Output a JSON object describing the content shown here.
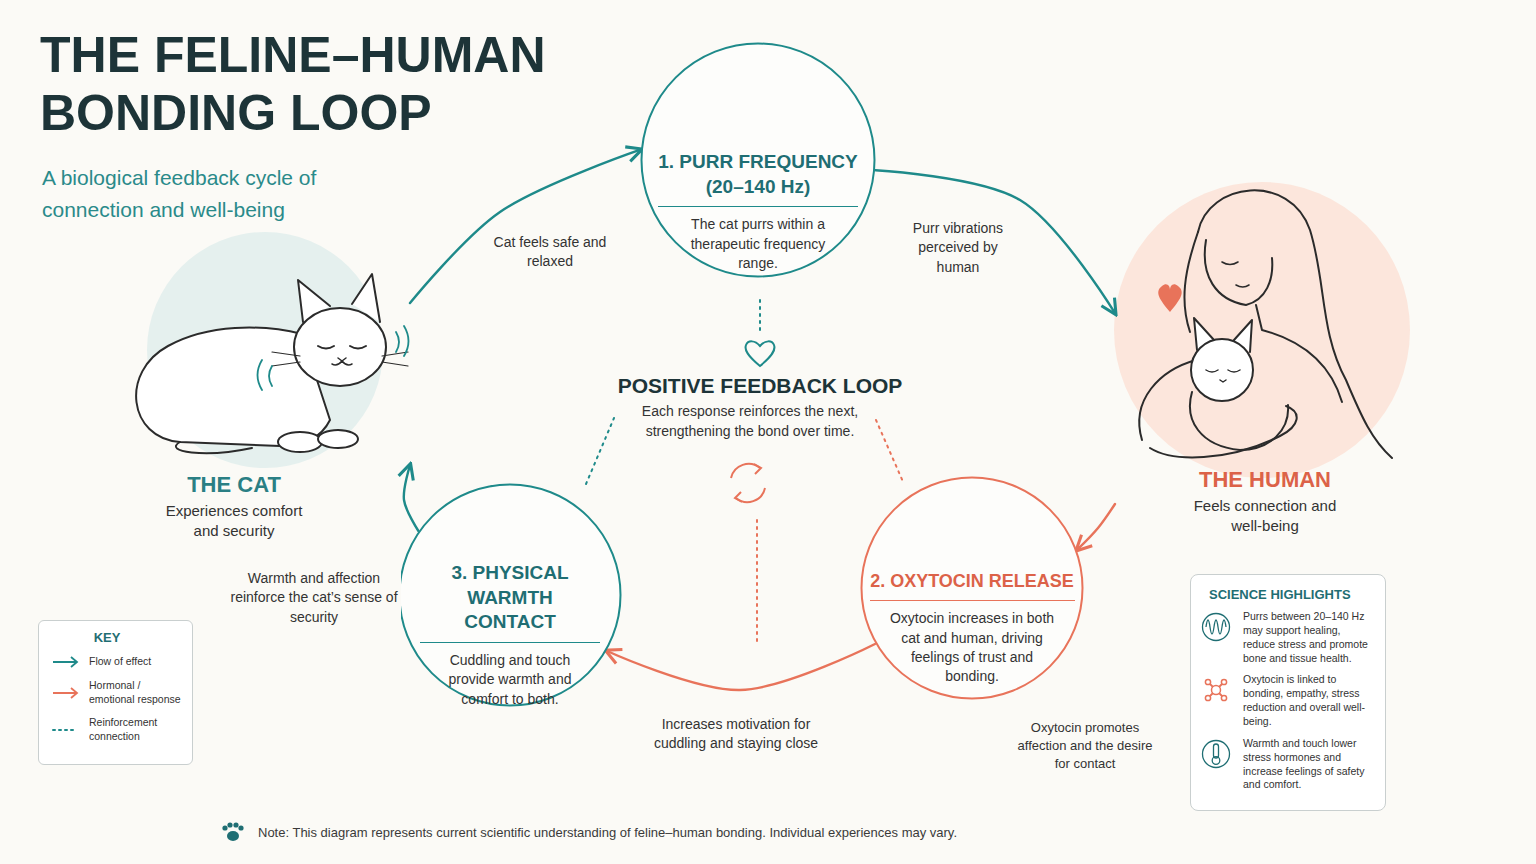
{
  "diagram": {
    "title": "THE FELINE–HUMAN BONDING LOOP",
    "caption": "Note: This diagram represents current scientific understanding of feline–human bonding. Individual experiences may vary.",
    "nodes": [
      {
        "text": [
          "1. PURR FREQUENCY (20–140 Hz)",
          "The cat purrs within a therapeutic frequency range."
        ]
      },
      {
        "text": [
          "THE CAT",
          "Experiences comfort and security"
        ]
      },
      {
        "text": [
          "THE HUMAN",
          "Feels connection and well-being"
        ]
      },
      {
        "text": [
          "3. PHYSICAL WARMTH CONTACT",
          "Cuddling and touch provide warmth and comfort to both."
        ]
      },
      {
        "text": [
          "2. OXYTOCIN RELEASE",
          "Oxytocin increases in both cat and human, driving feelings of trust and bonding."
        ]
      },
      {
        "text": [
          "SCIENCE HIGHLIGHTS",
          "Purrs between 20–140 Hz may support healing, reduce stress and promote bone and tissue health.",
          "Oxytocin is linked to bonding, empathy, stress reduction and overall well-being.",
          "Warmth and touch lower stress hormones and increase feelings of safety and comfort."
        ]
      }
    ],
    "edges": [
      {
        "from": 1,
        "to": 0,
        "label": "Cat feels safe and relaxed",
        "arrow": "to"
      },
      {
        "from": 0,
        "to": 2,
        "label": "Purr vibrations perceived by human",
        "arrow": "to"
      },
      {
        "from": 2,
        "to": 4,
        "arrow": "to"
      },
      {
        "from": 4,
        "to": 3,
        "label": "Increases motivation for cuddling and staying close",
        "arrow": "to"
      },
      {
        "from": 3,
        "to": 1,
        "label": "Warmth and affection reinforce the cat’s sense of security",
        "arrow": "to"
      }
    ],
    "labels": [
      "A biological feedback cycle of connection and well-being",
      "POSITIVE FEEDBACK LOOP",
      "Each response reinforces the next, strengthening the bond over time.",
      "Oxytocin promotes affection and the desire for contact",
      "KEY"
    ],
    "legend": [
      {
        "text": "Flow of effect"
      },
      {
        "text": "Hormonal / emotional response"
      },
      {
        "text": "Reinforcement connection"
      }
    ]
  }
}
